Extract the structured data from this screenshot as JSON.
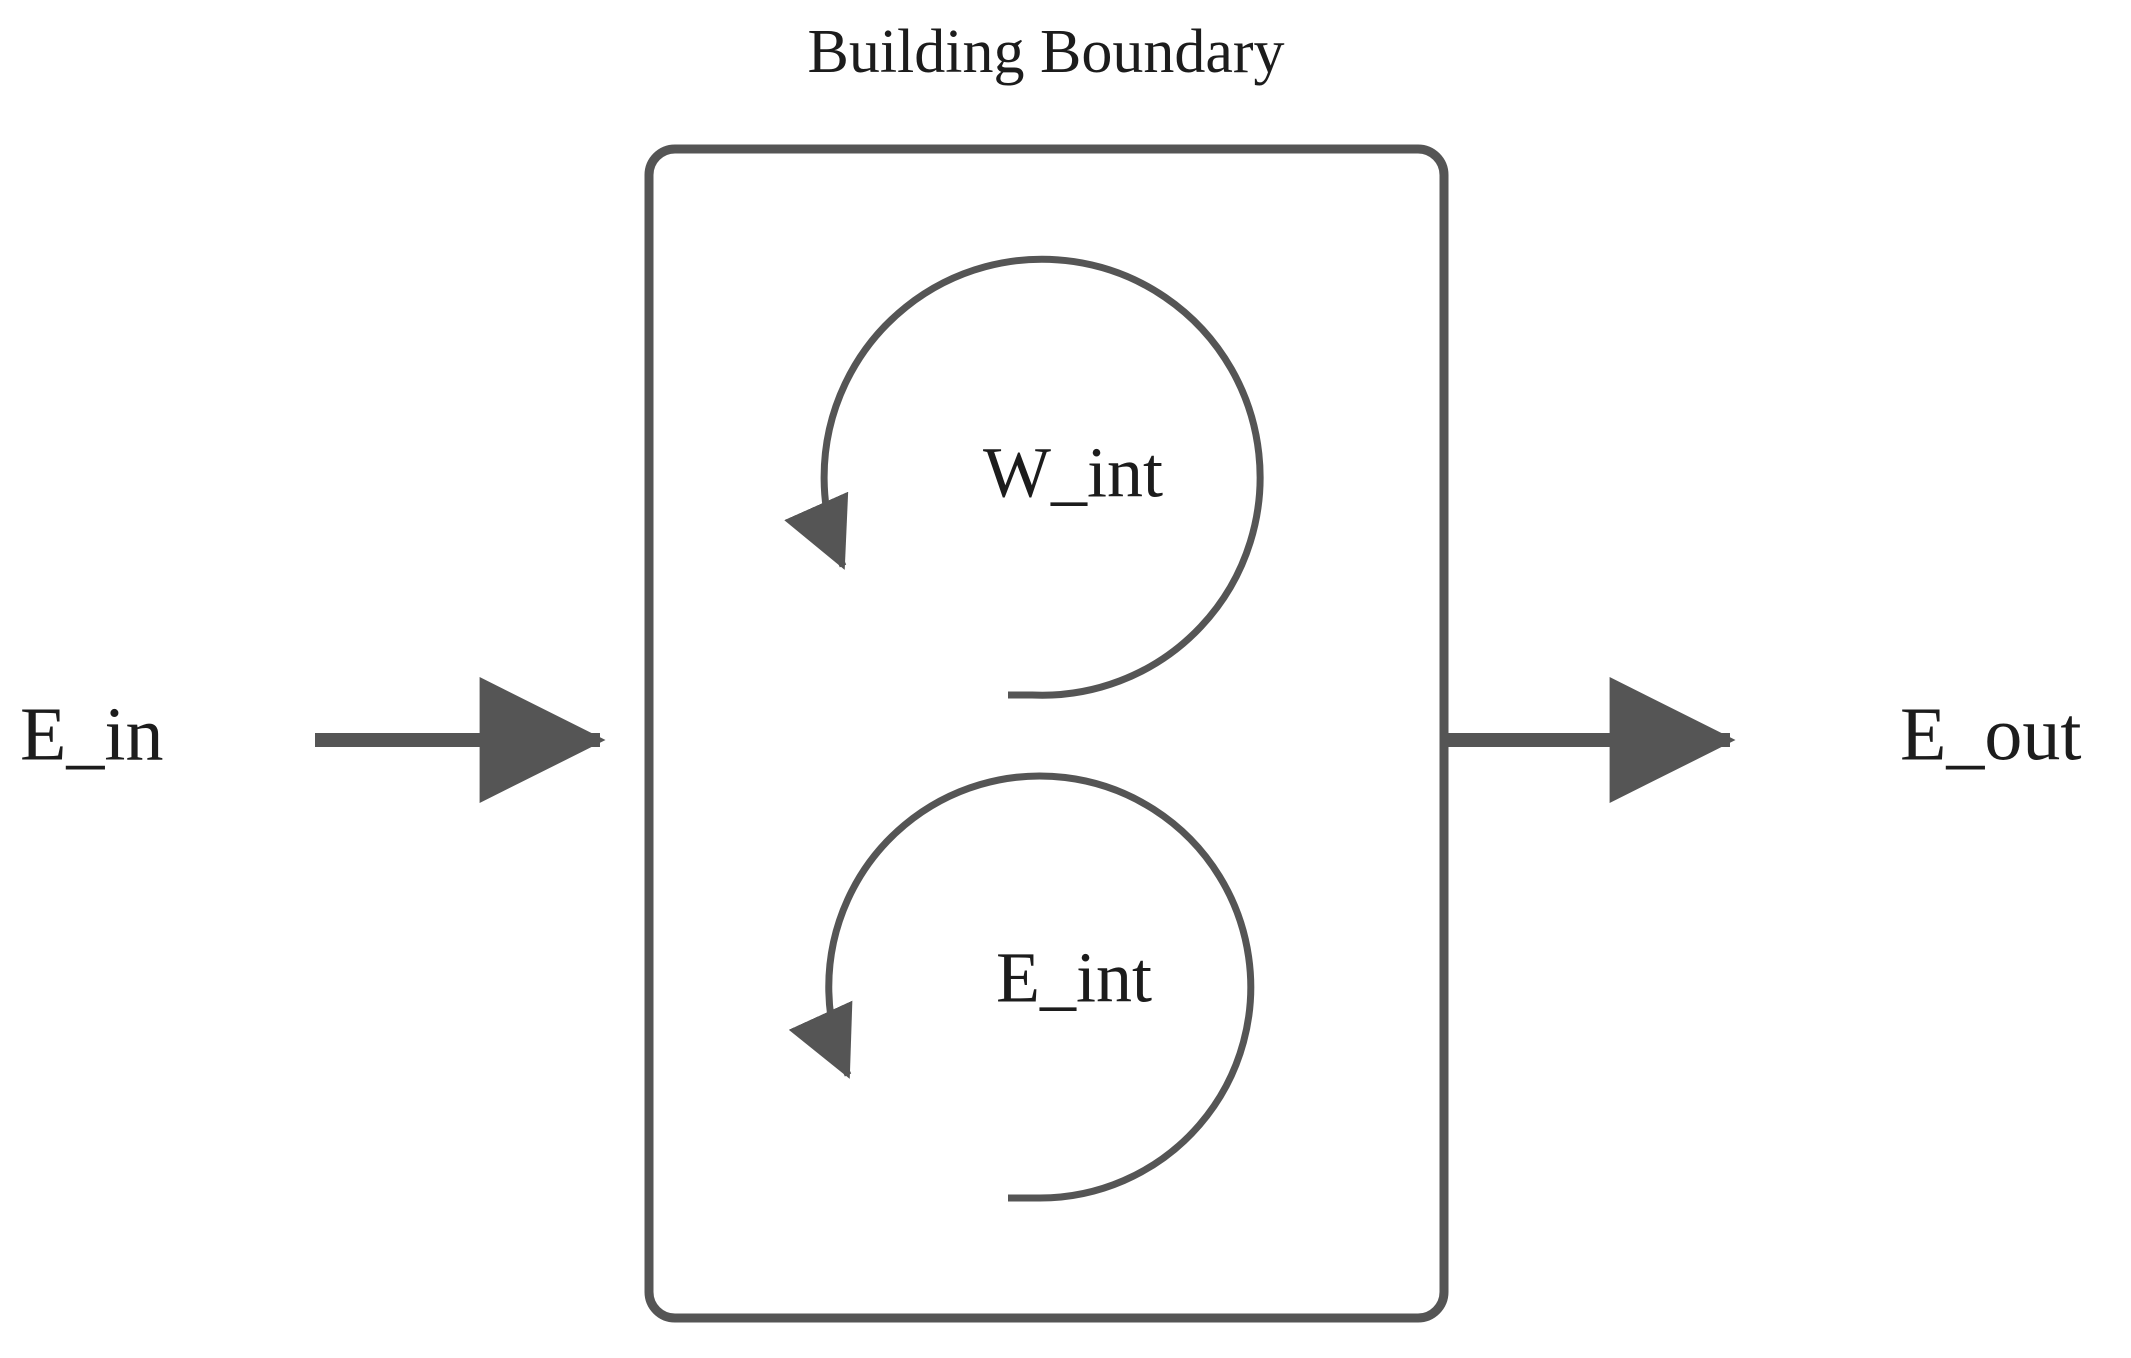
{
  "diagram": {
    "title": "Building Boundary",
    "background_color": "#ffffff",
    "stroke_color": "#555555",
    "text_color": "#1c1c1c",
    "boundary": {
      "label": "Building Boundary",
      "shape": "rounded-rectangle",
      "stroke_width": 9,
      "corner_radius": 26
    },
    "flows": [
      {
        "id": "energy-in",
        "label": "E_in",
        "direction": "into-boundary",
        "arrow": "right"
      },
      {
        "id": "energy-out",
        "label": "E_out",
        "direction": "out-of-boundary",
        "arrow": "right"
      }
    ],
    "internal_loops": [
      {
        "id": "internal-work",
        "label": "W_int",
        "shape": "circular-loop",
        "arrow": "down-left"
      },
      {
        "id": "internal-energy",
        "label": "E_int",
        "shape": "circular-loop",
        "arrow": "down-left"
      }
    ]
  }
}
